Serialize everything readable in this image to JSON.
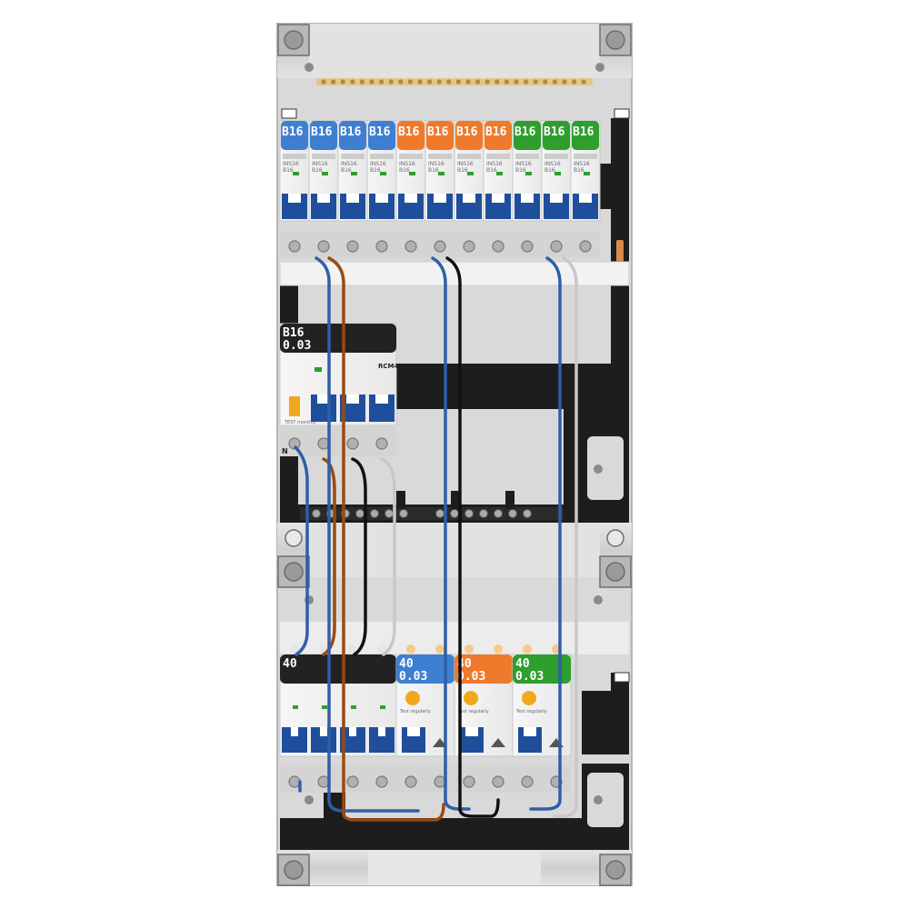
{
  "colors": {
    "blue": "#3f7fd1",
    "orange": "#f07a2c",
    "green": "#2e9e2e",
    "black": "#222222",
    "toggle": "#1f4f9c",
    "wire_blue": "#2f5fa8",
    "wire_brown": "#9a4a12",
    "wire_black": "#111111",
    "wire_grey": "#c8c8c8"
  },
  "top_breakers": [
    {
      "label": "B16",
      "color": "blue",
      "model": "INS16",
      "rating": "B16"
    },
    {
      "label": "B16",
      "color": "blue",
      "model": "INS16",
      "rating": "B16"
    },
    {
      "label": "B16",
      "color": "blue",
      "model": "INS16",
      "rating": "B16"
    },
    {
      "label": "B16",
      "color": "blue",
      "model": "INS16",
      "rating": "B16"
    },
    {
      "label": "B16",
      "color": "orange",
      "model": "INS16",
      "rating": "B16"
    },
    {
      "label": "B16",
      "color": "orange",
      "model": "INS16",
      "rating": "B16"
    },
    {
      "label": "B16",
      "color": "orange",
      "model": "INS16",
      "rating": "B16"
    },
    {
      "label": "B16",
      "color": "orange",
      "model": "INS16",
      "rating": "B16"
    },
    {
      "label": "B16",
      "color": "green",
      "model": "INS16",
      "rating": "B16"
    },
    {
      "label": "B16",
      "color": "green",
      "model": "INS16",
      "rating": "B16"
    },
    {
      "label": "B16",
      "color": "green",
      "model": "INS16",
      "rating": "B16"
    }
  ],
  "rcbo": {
    "line1": "B16",
    "line2": "0.03",
    "model": "RCM4",
    "neutral": "N",
    "test": "TEST monthly"
  },
  "bottom_modules": [
    {
      "line1": "40",
      "line2": "",
      "color": "black",
      "kind": "isolator"
    },
    {
      "line1": "40",
      "line2": "0.03",
      "color": "blue",
      "kind": "rcd"
    },
    {
      "line1": "40",
      "line2": "0.03",
      "color": "orange",
      "kind": "rcd"
    },
    {
      "line1": "40",
      "line2": "0.03",
      "color": "green",
      "kind": "rcd"
    }
  ],
  "rcd_test_text": "Test regularly"
}
